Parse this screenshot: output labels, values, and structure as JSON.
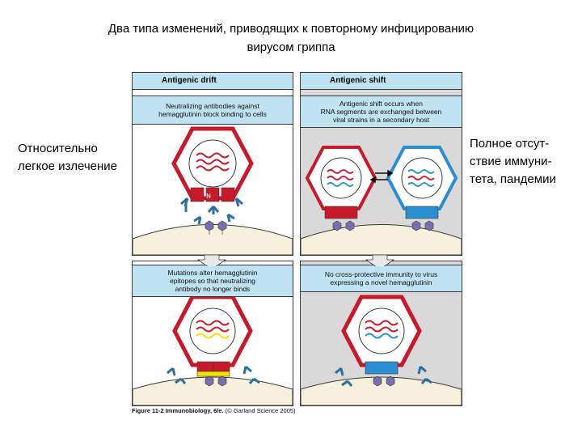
{
  "slide": {
    "title_line1": "Два типа изменений, приводящих к повторному инфицированию",
    "title_line2": "вирусом гриппа",
    "left_note": "Относительно легкое излечение",
    "right_note_line1": "Полное отсут-",
    "right_note_line2": "ствие иммуни-",
    "right_note_line3": "тета, пандемии"
  },
  "figure": {
    "drift": {
      "heading": "Antigenic drift",
      "caption_top": "Neutralizing antibodies against\nhemagglutinin block binding to cells",
      "caption_bottom": "Mutations alter hemagglutinin\nepitopes so that neutralizing\nantibody no longer binds"
    },
    "shift": {
      "heading": "Antigenic shift",
      "caption_top": "Antigenic shift occurs when\nRNA segments are exchanged between\nviral strains in a secondary host",
      "caption_bottom": "No cross-protective immunity to virus\nexpressing a novel hemagglutinin"
    },
    "credit_bold": "Figure 11-2 Immunobiology, 6/e.",
    "credit_rest": " (© Garland Science 2005)"
  },
  "colors": {
    "header_blue": "#bfe3f2",
    "virus_red": "#c8192b",
    "virus_blue": "#2a8fd1",
    "mutation_yellow": "#f4e300",
    "antibody_blue": "#2f6f9e",
    "receptor_purple": "#7a6fae",
    "cell_cream": "#f5f1dc",
    "panel_gray": "#d9d9d9"
  }
}
